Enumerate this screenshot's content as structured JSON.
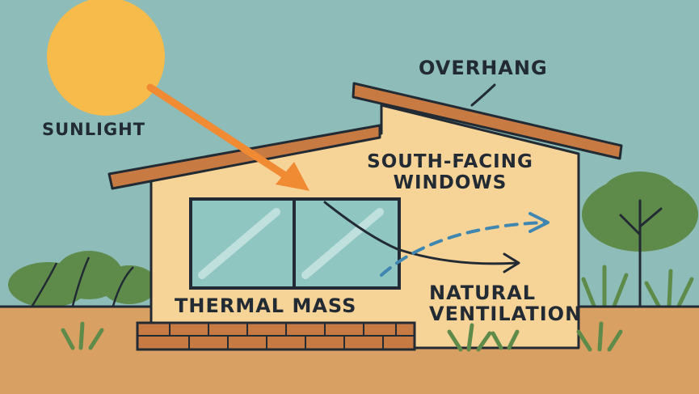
{
  "labels": {
    "overhang": "OVERHANG",
    "sunlight": "SUNLIGHT",
    "south_facing_line1": "SOUTH-FACING",
    "south_facing_line2": "WINDOWS",
    "thermal_mass": "THERMAL MASS",
    "natural_line1": "NATURAL",
    "natural_line2": "VENTILATION"
  },
  "colors": {
    "sky": "#8dbcb9",
    "ground": "#d9a063",
    "wall": "#f6d397",
    "roof": "#c77a42",
    "sun": "#f6bb4b",
    "sun_ray": "#f08a33",
    "window_glass": "#8fc6c2",
    "airflow": "#3f87b0",
    "brick": "#c77a42",
    "foliage": "#5f8b4a",
    "outline": "#222a33"
  }
}
